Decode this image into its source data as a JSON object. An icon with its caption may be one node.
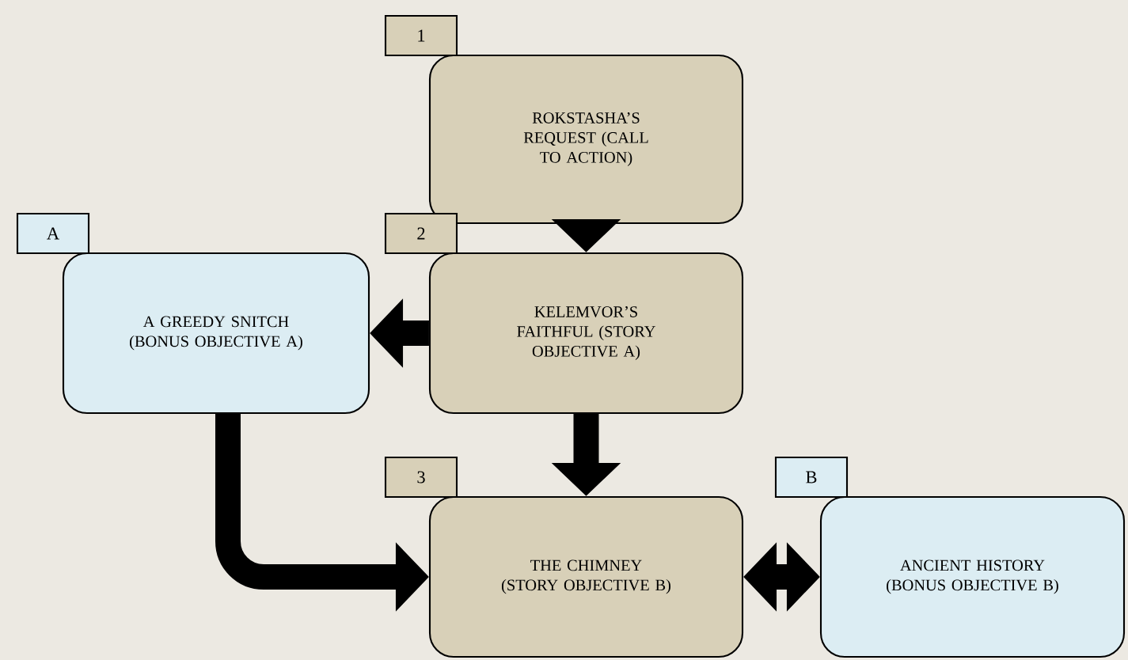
{
  "diagram": {
    "nodes": [
      {
        "text": [
          "1"
        ]
      },
      {
        "text": [
          "ROKSTASHA’S REQUEST (CALL TO ACTION)"
        ]
      },
      {
        "text": [
          "A"
        ]
      },
      {
        "text": [
          "A GREEDY SNITCH (BONUS OBJECTIVE A)"
        ]
      },
      {
        "text": [
          "2"
        ]
      },
      {
        "text": [
          "KELEMVOR’S FAITHFUL (STORY OBJECTIVE A)"
        ]
      },
      {
        "text": [
          "3"
        ]
      },
      {
        "text": [
          "THE CHIMNEY (STORY OBJECTIVE B)"
        ]
      },
      {
        "text": [
          "B"
        ]
      },
      {
        "text": [
          "ANCIENT HISTORY (BONUS OBJECTIVE B)"
        ]
      }
    ],
    "edges": [
      {
        "from": 1,
        "to": 5,
        "arrow": "to"
      },
      {
        "from": 5,
        "to": 3,
        "arrow": "to"
      },
      {
        "from": 5,
        "to": 7,
        "arrow": "to"
      },
      {
        "from": 3,
        "to": 7,
        "arrow": "to"
      },
      {
        "from": 7,
        "to": 9,
        "arrow": "both"
      }
    ]
  }
}
